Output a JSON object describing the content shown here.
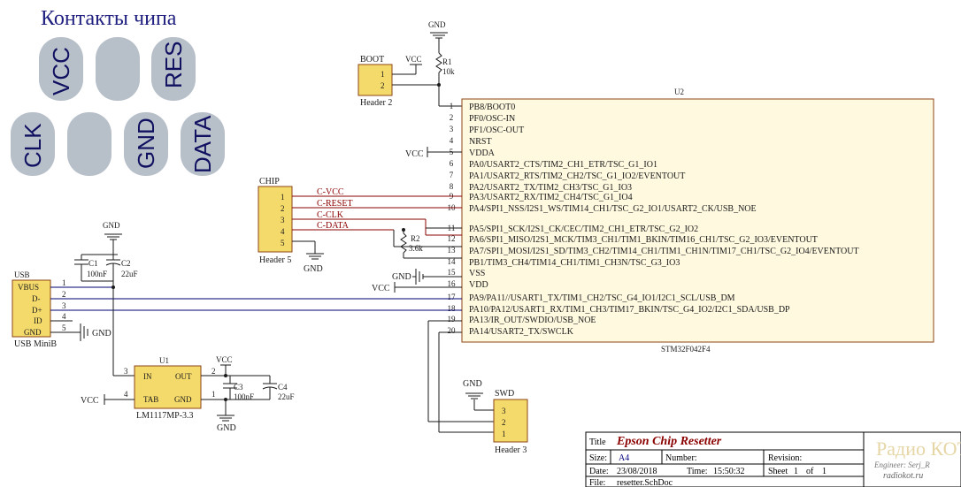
{
  "pads": {
    "title": "Контакты чипа",
    "row1": [
      "VCC",
      "",
      "RES"
    ],
    "row2": [
      "CLK",
      "",
      "GND",
      "DATA"
    ]
  },
  "boot": {
    "ref": "BOOT",
    "label": "Header 2",
    "pins": [
      "1",
      "2"
    ],
    "vcc": "VCC"
  },
  "r1": {
    "ref": "R1",
    "value": "10k",
    "gnd": "GND"
  },
  "u2": {
    "ref": "U2",
    "part": "STM32F042F4",
    "pins": [
      {
        "n": "1",
        "name": "PB8/BOOT0"
      },
      {
        "n": "2",
        "name": "PF0/OSC-IN"
      },
      {
        "n": "3",
        "name": "PF1/OSC-OUT"
      },
      {
        "n": "4",
        "name": "NRST"
      },
      {
        "n": "5",
        "name": "VDDA"
      },
      {
        "n": "6",
        "name": "PA0/USART2_CTS/TIM2_CH1_ETR/TSC_G1_IO1"
      },
      {
        "n": "7",
        "name": "PA1/USART2_RTS/TIM2_CH2/TSC_G1_IO2/EVENTOUT"
      },
      {
        "n": "8",
        "name": "PA2/USART2_TX/TIM2_CH3/TSC_G1_IO3"
      },
      {
        "n": "9",
        "name": "PA3/USART2_RX/TIM2_CH4/TSC_G1_IO4"
      },
      {
        "n": "10",
        "name": "PA4/SPI1_NSS/I2S1_WS/TIM14_CH1/TSC_G2_IO1/USART2_CK/USB_NOE"
      },
      {
        "n": "11",
        "name": "PA5/SPI1_SCK/I2S1_CK/CEC/TIM2_CH1_ETR/TSC_G2_IO2"
      },
      {
        "n": "12",
        "name": "PA6/SPI1_MISO/I2S1_MCK/TIM3_CH1/TIM1_BKIN/TIM16_CH1/TSC_G2_IO3/EVENTOUT"
      },
      {
        "n": "13",
        "name": "PA7/SPI1_MOSI/I2S1_SD/TIM3_CH2/TIM14_CH1/TIM1_CH1N/TIM17_CH1/TSC_G2_IO4/EVENTOUT"
      },
      {
        "n": "14",
        "name": "PB1/TIM3_CH4/TIM14_CH1/TIM1_CH3N/TSC_G3_IO3"
      },
      {
        "n": "15",
        "name": "VSS"
      },
      {
        "n": "16",
        "name": "VDD"
      },
      {
        "n": "17",
        "name": "PA9/PA11//USART1_TX/TIM1_CH2/TSC_G4_IO1/I2C1_SCL/USB_DM"
      },
      {
        "n": "18",
        "name": "PA10/PA12/USART1_RX/TIM1_CH3/TIM17_BKIN/TSC_G4_IO2/I2C1_SDA/USB_DP"
      },
      {
        "n": "19",
        "name": "PA13/IR_OUT/SWDIO/USB_NOE"
      },
      {
        "n": "20",
        "name": "PA14/USART2_TX/SWCLK"
      }
    ],
    "vcc_vdda": "VCC",
    "vcc_vdd": "VCC",
    "gnd_vss": "GND"
  },
  "chip": {
    "ref": "CHIP",
    "label": "Header 5",
    "pins": [
      "1",
      "2",
      "3",
      "4",
      "5"
    ],
    "nets": [
      "C-VCC",
      "C-RESET",
      "C-CLK",
      "C-DATA"
    ],
    "gnd": "GND"
  },
  "r2": {
    "ref": "R2",
    "value": "3.6k"
  },
  "usb": {
    "ref": "USB",
    "label": "USB MiniB",
    "pins": [
      "VBUS",
      "D-",
      "D+",
      "ID",
      "GND"
    ],
    "nums": [
      "1",
      "2",
      "3",
      "4",
      "5"
    ],
    "gnd": "GND"
  },
  "caps_top": {
    "gnd": "GND",
    "c1": "C1",
    "c1v": "100nF",
    "c2": "C2",
    "c2v": "22uF"
  },
  "u1": {
    "ref": "U1",
    "part": "LM1117MP-3.3",
    "in": "IN",
    "out": "OUT",
    "tab": "TAB",
    "gnd_pin": "GND",
    "n_in": "3",
    "n_out": "2",
    "n_tab": "4",
    "n_gnd": "1",
    "vcc_tab": "VCC",
    "vcc_out": "VCC",
    "gnd": "GND"
  },
  "caps_bot": {
    "c3": "C3",
    "c3v": "100nF",
    "c4": "C4",
    "c4v": "22uF"
  },
  "swd": {
    "ref": "SWD",
    "label": "Header 3",
    "pins": [
      "3",
      "2",
      "1"
    ],
    "gnd": "GND"
  },
  "titleblock": {
    "title_lbl": "Title",
    "title": "Epson Chip Resetter",
    "size_lbl": "Size:",
    "size": "A4",
    "number_lbl": "Number:",
    "revision_lbl": "Revision:",
    "date_lbl": "Date:",
    "date": "23/08/2018",
    "time_lbl": "Time:",
    "time": "15:50:32",
    "sheet_lbl": "Sheet",
    "sheet": "1",
    "of_lbl": "of",
    "of": "1",
    "file_lbl": "File:",
    "file": "resetter.SchDoc",
    "engineer": "Engineer: Serj_R",
    "watermark": "radiokot.ru",
    "logo": "Радио КОТ"
  }
}
